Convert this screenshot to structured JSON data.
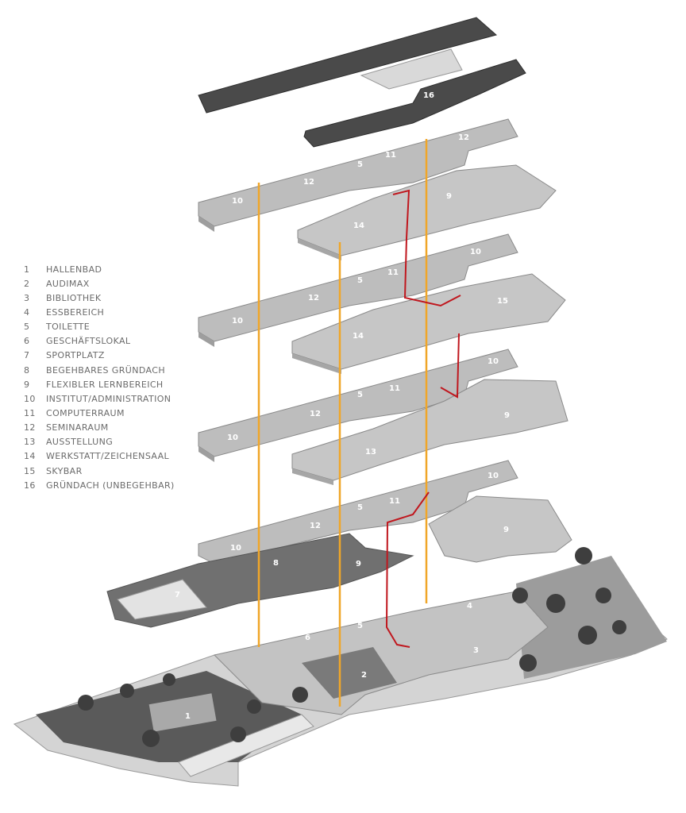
{
  "legend": [
    {
      "num": "1",
      "label": "HALLENBAD"
    },
    {
      "num": "2",
      "label": "AUDIMAX"
    },
    {
      "num": "3",
      "label": "BIBLIOTHEK"
    },
    {
      "num": "4",
      "label": "ESSBEREICH"
    },
    {
      "num": "5",
      "label": "TOILETTE"
    },
    {
      "num": "6",
      "label": "GESCHÄFTSLOKAL"
    },
    {
      "num": "7",
      "label": "SPORTPLATZ"
    },
    {
      "num": "8",
      "label": "BEGEHBARES GRÜNDACH"
    },
    {
      "num": "9",
      "label": "FLEXIBLER LERNBEREICH"
    },
    {
      "num": "10",
      "label": "INSTITUT/ADMINISTRATION"
    },
    {
      "num": "11",
      "label": "COMPUTERRAUM"
    },
    {
      "num": "12",
      "label": "SEMINARAUM"
    },
    {
      "num": "13",
      "label": "AUSSTELLUNG"
    },
    {
      "num": "14",
      "label": "WERKSTATT/ZEICHENSAAL"
    },
    {
      "num": "15",
      "label": "SKYBAR"
    },
    {
      "num": "16",
      "label": "GRÜNDACH (UNBEGEHBAR)"
    }
  ],
  "labels": {
    "roof": [
      "16"
    ],
    "floor4": [
      "10",
      "12",
      "5",
      "11",
      "12",
      "9",
      "14"
    ],
    "floor3": [
      "10",
      "12",
      "5",
      "11",
      "10",
      "15",
      "14"
    ],
    "floor2": [
      "10",
      "12",
      "5",
      "11",
      "10",
      "9",
      "13"
    ],
    "floor1": [
      "10",
      "12",
      "5",
      "11",
      "10",
      "9",
      "9",
      "8",
      "7"
    ],
    "ground": [
      "1",
      "2",
      "3",
      "4",
      "5",
      "6"
    ]
  },
  "colors": {
    "core": "#f0a628",
    "stair": "#c0171e",
    "legend_text": "#6b6b6b",
    "roof": "#4a4a4a",
    "slab": "#bdbdbd",
    "tree": "#3e3e3e"
  }
}
